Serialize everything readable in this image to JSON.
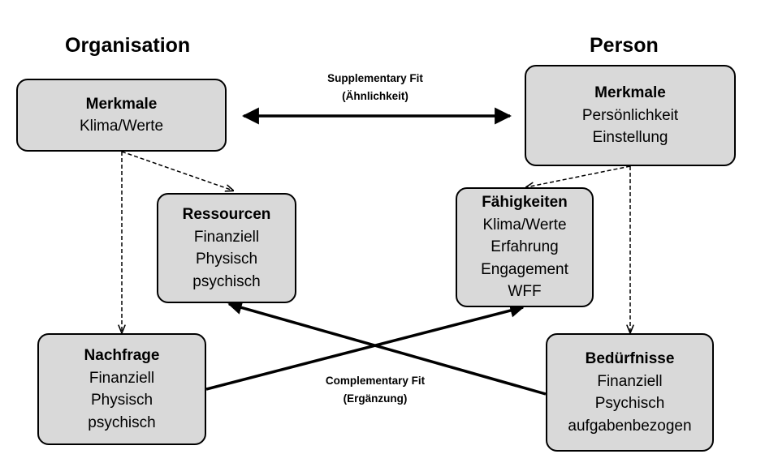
{
  "headings": {
    "left": "Organisation",
    "right": "Person"
  },
  "fit": {
    "supplementary": {
      "line1": "Supplementary Fit",
      "line2": "(Ähnlichkeit)"
    },
    "complementary": {
      "line1": "Complementary Fit",
      "line2": "(Ergänzung)"
    }
  },
  "boxes": {
    "org_merkmale": {
      "title": "Merkmale",
      "lines": [
        "Klima/Werte"
      ]
    },
    "ressourcen": {
      "title": "Ressourcen",
      "lines": [
        "Finanziell",
        "Physisch",
        "psychisch"
      ]
    },
    "nachfrage": {
      "title": "Nachfrage",
      "lines": [
        "Finanziell",
        "Physisch",
        "psychisch"
      ]
    },
    "person_merkmale": {
      "title": "Merkmale",
      "lines": [
        "Persönlichkeit",
        "Einstellung"
      ]
    },
    "faehigkeiten": {
      "title": "Fähigkeiten",
      "lines": [
        "Klima/Werte",
        "Erfahrung",
        "Engagement",
        "WFF"
      ]
    },
    "beduerfnisse": {
      "title": "Bedürfnisse",
      "lines": [
        "Finanziell",
        "Psychisch",
        "aufgabenbezogen"
      ]
    }
  }
}
